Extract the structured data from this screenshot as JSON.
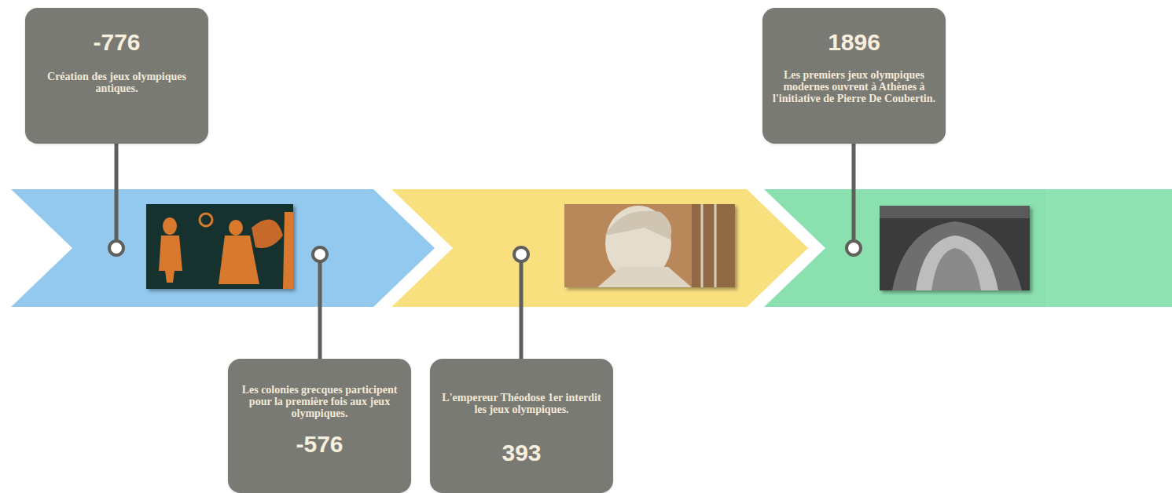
{
  "diagram": {
    "nodes": [
      {
        "text": [
          "-776",
          "Création des jeux olympiques antiques."
        ]
      },
      {
        "text": [
          "Les colonies grecques participent pour la première fois aux jeux olympiques.",
          "-576"
        ]
      },
      {
        "text": [
          "L'empereur Théodose 1er interdit les jeux olympiques.",
          "393"
        ]
      },
      {
        "text": [
          "1896",
          "Les premiers jeux olympiques modernes ouvrent à Athènes à l'initiative de Pierre De Coubertin."
        ]
      }
    ]
  }
}
